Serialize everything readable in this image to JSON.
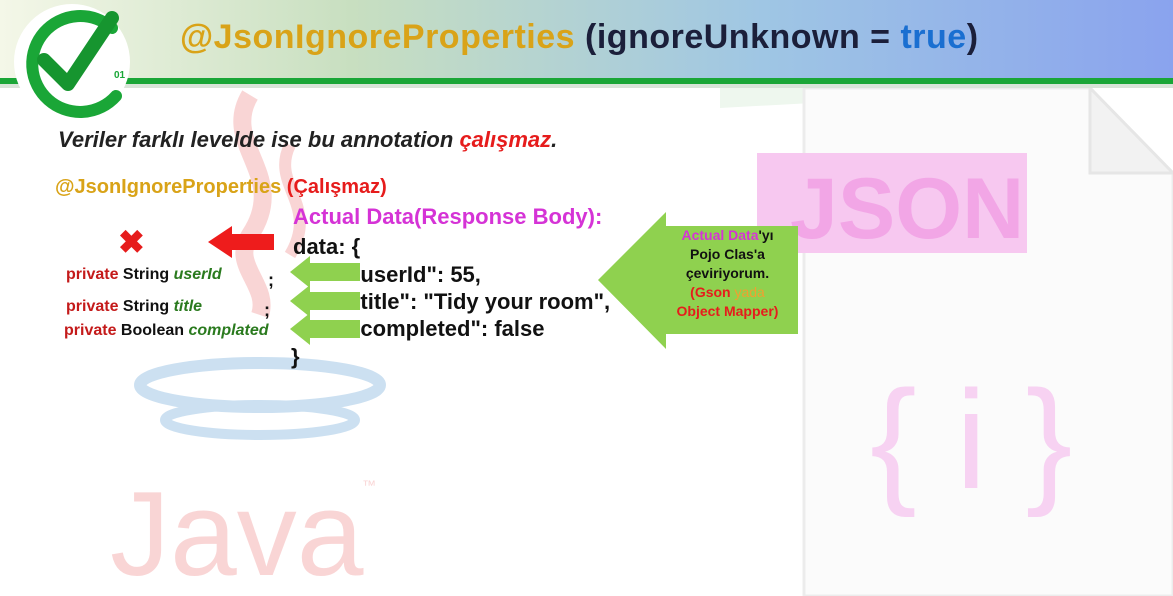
{
  "header": {
    "title_annotation": "@JsonIgnoreProperties",
    "title_params": "(ignoreUnknown = ",
    "title_true": "true",
    "title_close": ")",
    "logo_text": "01"
  },
  "subtitle": {
    "before": "Veriler farklı levelde ise bu annotation ",
    "red": "çalışmaz",
    "after": "."
  },
  "annotation_heading": {
    "name": "@JsonIgnoreProperties",
    "status": " (Çalışmaz)"
  },
  "actual_data": {
    "heading": "Actual Data(Response Body):",
    "open": "data: {",
    "line1": "\"userId\": 55,",
    "line2": "\"title\": \"Tidy your room\",",
    "line3": "\"completed\": false",
    "close": "}"
  },
  "pojo_fields": [
    {
      "modifier": "private",
      "type": "String",
      "name": "userId",
      "semicolon": ";"
    },
    {
      "modifier": "private",
      "type": "String",
      "name": "title",
      "semicolon": ";"
    },
    {
      "modifier": "private",
      "type": "Boolean",
      "name": "complated",
      "semicolon": ""
    }
  ],
  "note": {
    "p1_magenta": "Actual Data",
    "p1_rest": "'yı",
    "line2": "Pojo Clas'a",
    "line3": "çeviriyorum.",
    "p4_open": "(",
    "p4_red": "Gson",
    "p4_orange": " yada",
    "p5_red": "Object Mapper",
    "p5_close": ")"
  },
  "background": {
    "java_word": "Java",
    "java_tm": "™",
    "json_word": "JSON",
    "json_icon": "{ i }"
  },
  "icons": [
    "check-logo-icon",
    "x-mark-icon",
    "red-arrow-icon",
    "green-arrow-icon",
    "green-callout-arrow-icon"
  ],
  "colors": {
    "accent_green": "#1aa637",
    "annotation_gold": "#d9a318",
    "error_red": "#e61c1c",
    "magenta": "#d533d6",
    "true_blue": "#1a6fd1",
    "arrow_green": "#8fd14f"
  }
}
